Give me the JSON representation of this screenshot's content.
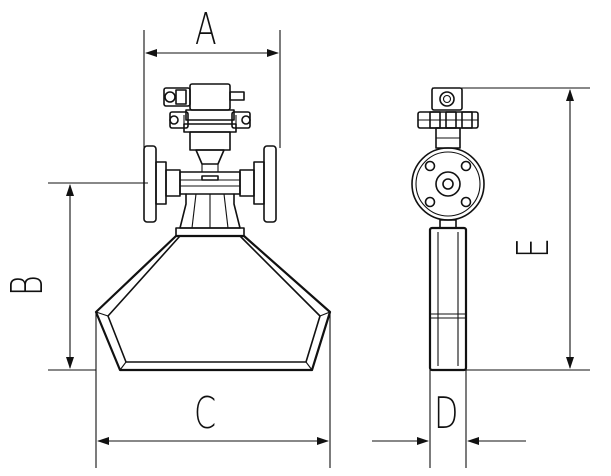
{
  "dimensions": {
    "A": "A",
    "B": "B",
    "C": "C",
    "D": "D",
    "E": "E"
  },
  "ink_color": "#111111",
  "background_color": "#ffffff"
}
